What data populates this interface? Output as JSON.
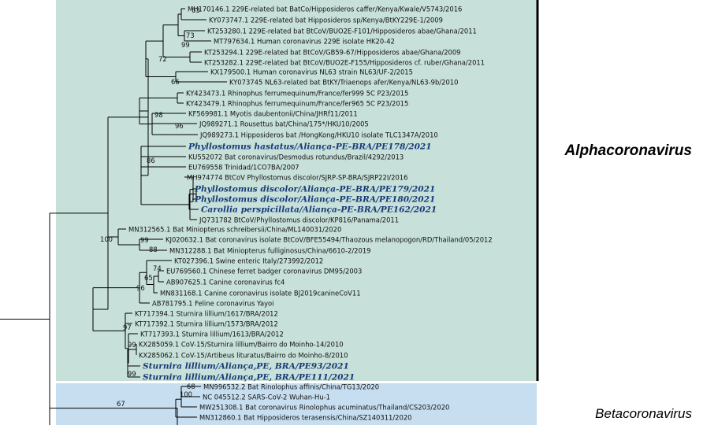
{
  "colors": {
    "alpha_bg": "#c7e0d9",
    "beta_bg": "#c6def0",
    "highlight": "#173a78",
    "text": "#111111",
    "line": "#000000",
    "divider": "#000000"
  },
  "clades": {
    "alpha": "Alphacoronavirus",
    "beta": "Betacoronavirus"
  },
  "leaves": [
    {
      "text": "MH170146.1 229E-related bat BatCo/Hipposideros caffer/Kenya/Kwale/V5743/2016"
    },
    {
      "text": "KY073747.1 229E-related bat Hipposideros sp/Kenya/BtKY229E-1/2009"
    },
    {
      "text": "KT253280.1 229E-related bat BtCoV/BUO2E-F101/Hipposideros abae/Ghana/2011"
    },
    {
      "text": "MT797634.1 Human coronavirus 229E isolate HK20-42"
    },
    {
      "text": "KT253294.1 229E-related bat BtCoV/GB59-67/Hipposideros abae/Ghana/2009"
    },
    {
      "text": "KT253282.1 229E-related bat BtCoV/BUO2E-F155/Hipposideros cf. ruber/Ghana/2011"
    },
    {
      "text": "KX179500.1 Human coronavirus NL63 strain NL63/UF-2/2015"
    },
    {
      "text": "KY073745 NL63-related bat BtKY/Triaenops afer/Kenya/NL63-9b/2010"
    },
    {
      "text": "KY423473.1 Rhinophus ferrumequinum/France/fer999 5C P23/2015"
    },
    {
      "text": "KY423479.1 Rhinophus ferrumequinum/France/fer965 5C P23/2015"
    },
    {
      "text": "KF569981.1 Myotis daubentonii/China/JHRf11/2011"
    },
    {
      "text": "JQ989271.1 Rousettus bat/China/175*/HKU10/2005"
    },
    {
      "text": "JQ989273.1 Hipposideros bat /HongKong/HKU10 isolate TLC1347A/2010"
    },
    {
      "text": "Phyllostomus hastatus/Aliança-PE-BRA/PE178/2021",
      "highlight": true
    },
    {
      "text": "KU552072 Bat coronavirus/Desmodus rotundus/Brazil/4292/2013"
    },
    {
      "text": "EU769558 Trinidad/1CO7BA/2007"
    },
    {
      "text": "MH974774 BtCoV Phyllostomus discolor/SJRP-SP-BRA/SJRP22I/2016"
    },
    {
      "text": "Phyllostomus discolor/Aliança-PE-BRA/PE179/2021",
      "highlight": true
    },
    {
      "text": "Phyllostomus discolor/Aliança-PE-BRA/PE180/2021",
      "highlight": true
    },
    {
      "text": "Carollia perspicillata/Aliança-PE-BRA/PE162/2021",
      "highlight": true
    },
    {
      "text": "JQ731782 BtCoV/Phyllostomus discolor/KP816/Panama/2011"
    },
    {
      "text": "MN312565.1 Bat Miniopterus schreibersii/China/ML140031/2020"
    },
    {
      "text": "KJ020632.1 Bat coronavirus isolate BtCoV/BFE55494/Thaozous melanopogon/RD/Thailand/05/2012"
    },
    {
      "text": "MN312288.1 Bat Miniopterus fulliginosus/China/6610-2/2019"
    },
    {
      "text": "KT027396.1 Swine enteric Italy/273992/2012"
    },
    {
      "text": "EU769560.1 Chinese ferret badger coronavirus DM95/2003"
    },
    {
      "text": "AB907625.1 Canine coronavirus fc4"
    },
    {
      "text": "MN831168.1 Canine coronavirus isolate BJ2019canineCoV11"
    },
    {
      "text": "AB781795.1 Feline coronavirus Yayoi"
    },
    {
      "text": "KT717394.1 Sturnira lillium/1617/BRA/2012"
    },
    {
      "text": "KT717392.1 Sturnira lillium/1573/BRA/2012"
    },
    {
      "text": "KT717393.1 Sturnira lillium/1613/BRA/2012"
    },
    {
      "text": "KX285059.1 CoV-15/Sturnira lillium/Bairro do Moinho-14/2010"
    },
    {
      "text": "KX285062.1 CoV-15/Artibeus lituratus/Bairro do Moinho-8/2010"
    },
    {
      "text": "Sturnira lillium/Aliança,PE, BRA/PE93/2021",
      "highlight": true
    },
    {
      "text": "Sturnira lillium/Aliança,PE, BRA/PE111/2021",
      "highlight": true
    },
    {
      "text": "MN996532.2 Bat Rinolophus affinis/China/TG13/2020"
    },
    {
      "text": "NC 045512.2 SARS-CoV-2 Wuhan-Hu-1"
    },
    {
      "text": "MW251308.1 Bat coronavirus Rinolophus acuminatus/Thailand/CS203/2020"
    },
    {
      "text": "MN312860.1 Bat Hipposideros terasensis/China/SZ140311/2020"
    }
  ],
  "bootstrap": [
    "63",
    "73",
    "99",
    "72",
    "66",
    "98",
    "96",
    "86",
    "100",
    "99",
    "88",
    "74",
    "65",
    "96",
    "97",
    "99",
    "68",
    "100",
    "67"
  ]
}
